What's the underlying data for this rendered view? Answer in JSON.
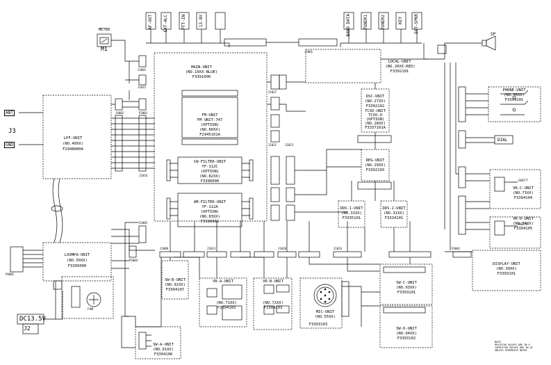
{
  "meter": {
    "name": "METER",
    "ref": "M1"
  },
  "main_unit": {
    "title": "MAIN-UNIT",
    "model": "(NO.10XX-BLUE)",
    "part": "F3391000"
  },
  "fm_unit": {
    "title": "FM-UNIT",
    "name": "FM UNIT-747",
    "opt": "(OPTION)",
    "model": "(NO.80XX)",
    "part": "F2945101A"
  },
  "lpf_unit": {
    "title": "LPF-UNIT",
    "model": "(NO.40XX)",
    "part": "F2948000A"
  },
  "j3": {
    "ant": "ANT",
    "ref": "J3",
    "gnd": "GND"
  },
  "cw_filter": {
    "title": "CW-FILTER-UNIT",
    "name": "YF-112C",
    "opt": "(OPTION)",
    "model": "(NO.82XX)",
    "part": "F3396000"
  },
  "am_filter": {
    "title": "AM-FILTER-UNIT",
    "name": "YF-112A",
    "opt": "(OPTION)",
    "model": "(NO.83XX)",
    "part": "F3396001"
  },
  "local_unit": {
    "title": "LOCAL-UNIT",
    "model": "(NO.20XX-RED)",
    "part": "F3392101"
  },
  "dsc_unit": {
    "title": "DSC-UNIT",
    "model": "(NO.27XX)",
    "part": "F3392102",
    "t1": "TCXO-UNIT",
    "t2": "TCXO-9",
    "t3": "(OPTION)",
    "t4": "(NO.28XX)",
    "t5": "F3337101A"
  },
  "reg_unit": {
    "title": "REG-UNIT",
    "model": "(NO.29XX)",
    "part": "F3392103"
  },
  "dds1_unit": {
    "title": "DDS-1-UNIT",
    "model": "(NO.31XX)",
    "part": "F3335101"
  },
  "dds2_unit": {
    "title": "DDS-2-UNIT",
    "model": "(NO.31XX)",
    "part": "F3334101"
  },
  "phone_unit": {
    "title": "PHONE-UNIT",
    "model": "(NO.56XX)",
    "part": "F3394101"
  },
  "sp": {
    "label": "SP"
  },
  "dial": {
    "label": "DIAL"
  },
  "vr_c": {
    "title": "VR-C-UNIT",
    "model": "(NO.73XX)",
    "part": "F3394104"
  },
  "vr_d": {
    "title": "VR-D-UNIT",
    "model": "(NO.74XX)",
    "part": "F3394105"
  },
  "shift": {
    "label": "SHIFT"
  },
  "width": {
    "label": "WIDTH"
  },
  "display_unit": {
    "title": "DISPLAY-UNIT",
    "model": "(NO.30XX)",
    "part": "F3393101"
  },
  "loompa": {
    "title": "LOOMPA-UNIT",
    "model": "(NO.50XX)",
    "part": "F3395000"
  },
  "dc": {
    "label": "DC13.5V",
    "ref": "J2"
  },
  "fan": {
    "label": "FAN"
  },
  "sw_b": {
    "title": "SW-B-UNIT",
    "model": "(NO.92XX)",
    "part": "F3394107"
  },
  "vr_a": {
    "title": "VR-A-UNIT",
    "model": "(NO.71XX)",
    "part": "F3394103"
  },
  "vr_b": {
    "title": "VR-B-UNIT",
    "model": "(NO.72XX)",
    "part": "F3394103"
  },
  "mic_unit": {
    "title": "MIC-UNIT",
    "model": "(NO.55XX)",
    "part": "F3393103"
  },
  "sw_c": {
    "title": "SW-C-UNIT",
    "model": "(NO.93XX)",
    "part": "F3393101"
  },
  "sw_d": {
    "title": "SW-D-UNIT",
    "model": "(NO.94XX)",
    "part": "F3393102"
  },
  "sw_a": {
    "title": "SW-A-UNIT",
    "model": "(NO.91XX)",
    "part": "F3394106"
  },
  "top_jacks": [
    "AF-OUT",
    "EXT-ALC",
    "PTT-IN",
    "13.8V",
    "BAND DATA",
    "TUNER1",
    "TUNER2",
    "KEY",
    "EXT-SPKR"
  ],
  "note": {
    "l1": "NOTE:",
    "l2": "RESISTOR VALUES ARE IN Ω",
    "l3": "CAPACITOR VALUES ARE IN µF",
    "l4": "UNLESS OTHERWISE NOTED"
  },
  "connectors": {
    "p4001": "P4001",
    "j4002": "J4002",
    "p2001": "P2001",
    "j1001": "J1001",
    "j1015": "J1015",
    "j1016": "J1016",
    "p5004": "P5004",
    "j1027": "J1027",
    "j2001": "J2001",
    "j1021": "J1021",
    "j1023": "J1023",
    "p3001": "P3001",
    "j1013": "J1013",
    "j1020": "J1020",
    "j1024": "J1024",
    "j1008": "J1008",
    "j1005": "J1005"
  }
}
